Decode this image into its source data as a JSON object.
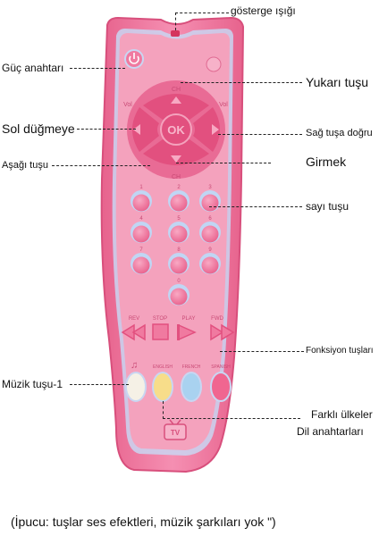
{
  "annotations": {
    "indicator_light": "gösterge ışığı",
    "power_switch": "Güç anahtarı",
    "up_key": "Yukarı tuşu",
    "left_button": "Sol düğmeye",
    "right_key": "Sağ tuşa doğru",
    "down_key": "Aşağı tuşu",
    "enter": "Girmek",
    "number_key": "sayı tuşu",
    "function_keys": "Fonksiyon tuşları",
    "music_key": "Müzik tuşu-1",
    "different_countries": "Farklı ülkeler",
    "language_switches": "Dil anahtarları"
  },
  "footer": "(İpucu: tuşlar ses efektleri, müzik şarkıları yok \")",
  "remote": {
    "ok_label": "OK",
    "ch_top": "CH",
    "ch_bottom": "CH",
    "vol_left": "Vol",
    "vol_right": "Vol",
    "number_keys": [
      "1",
      "2",
      "3",
      "4",
      "5",
      "6",
      "7",
      "8",
      "9",
      "0"
    ],
    "function_labels": [
      "REV",
      "STOP",
      "PLAY",
      "FWD"
    ],
    "language_labels": [
      "ENGLISH",
      "FRENCH",
      "SPANISH"
    ],
    "tv_label": "TV"
  },
  "colors": {
    "body": "#f07aa0",
    "body_dark": "#e25a86",
    "panel": "#f8a9c3",
    "rim": "#c9d6f2",
    "dpad": "#e2507f",
    "key": "#f27ea6",
    "key_ring": "#c0d6f4",
    "music_cream": "#f5f1e6",
    "music_yellow": "#f7dd8a",
    "music_blue": "#a9d2f0",
    "music_pink": "#f06690"
  }
}
